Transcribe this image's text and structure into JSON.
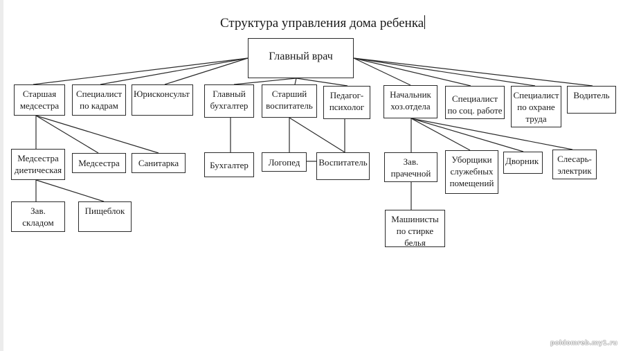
{
  "title": "Структура управления дома ребенка",
  "watermark": "poldomreb.my1.ru",
  "nodes": {
    "head_doctor": "Главный врач",
    "senior_nurse": "Старшая\nмедсестра",
    "hr_specialist": "Специалист\nпо кадрам",
    "legal_adviser": "Юрисконсульт",
    "chief_accountant": "Главный\nбухгалтер",
    "senior_educator": "Старший\nвоспитатель",
    "psychologist": "Педагог-\nпсихолог",
    "household_head": "Начальник\nхоз.отдела",
    "social_specialist": "Специалист\nпо соц. работе",
    "safety_specialist": "Специалист\nпо охране\nтруда",
    "driver": "Водитель",
    "diet_nurse": "Медсестра\nдиетическая",
    "nurse": "Медсестра",
    "orderly": "Санитарка",
    "accountant": "Бухгалтер",
    "speech_therapist": "Логопед",
    "educator": "Воспитатель",
    "laundry_head": "Зав.\nпрачечной",
    "cleaners": "Уборщики\nслужебных\nпомещений",
    "janitor": "Дворник",
    "electrician": "Слесарь-\nэлектрик",
    "warehouse_head": "Зав.\nскладом",
    "food_unit": "Пищеблок",
    "laundry_workers": "Машинисты\nпо стирке\nбелья"
  },
  "edges": [
    [
      "head_doctor",
      "senior_nurse"
    ],
    [
      "head_doctor",
      "hr_specialist"
    ],
    [
      "head_doctor",
      "legal_adviser"
    ],
    [
      "head_doctor",
      "chief_accountant"
    ],
    [
      "head_doctor",
      "senior_educator"
    ],
    [
      "head_doctor",
      "psychologist"
    ],
    [
      "head_doctor",
      "household_head"
    ],
    [
      "head_doctor",
      "social_specialist"
    ],
    [
      "head_doctor",
      "safety_specialist"
    ],
    [
      "head_doctor",
      "driver"
    ],
    [
      "senior_nurse",
      "diet_nurse"
    ],
    [
      "senior_nurse",
      "nurse"
    ],
    [
      "senior_nurse",
      "orderly"
    ],
    [
      "diet_nurse",
      "warehouse_head"
    ],
    [
      "diet_nurse",
      "food_unit"
    ],
    [
      "chief_accountant",
      "accountant"
    ],
    [
      "senior_educator",
      "speech_therapist"
    ],
    [
      "senior_educator",
      "educator"
    ],
    [
      "psychologist",
      "educator"
    ],
    [
      "speech_therapist",
      "educator"
    ],
    [
      "household_head",
      "laundry_head"
    ],
    [
      "household_head",
      "cleaners"
    ],
    [
      "household_head",
      "janitor"
    ],
    [
      "household_head",
      "electrician"
    ],
    [
      "laundry_head",
      "laundry_workers"
    ]
  ]
}
